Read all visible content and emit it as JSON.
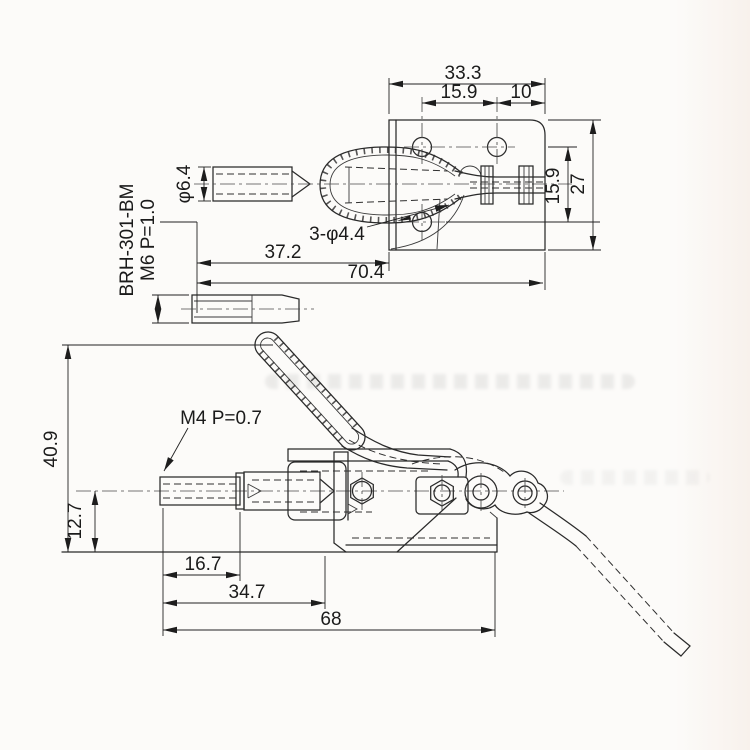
{
  "drawing": {
    "part_label": "BRH-301-BM",
    "mount_thread_label": "M6 P=1.0",
    "top_view": {
      "overall_width": "33.3",
      "hole_pitch_x": "15.9",
      "hole_to_edge": "10",
      "hole_pitch_y": "15.9",
      "overall_height": "27",
      "rod_diameter": "φ6.4",
      "holes_callout": "3-φ4.4",
      "length_to_plate": "37.2",
      "overall_length": "70.4"
    },
    "side_view": {
      "overall_height": "40.9",
      "axis_height": "12.7",
      "spindle_thread": "M4 P=0.7",
      "thread_length": "16.7",
      "mid_length": "34.7",
      "overall_length": "68"
    }
  }
}
